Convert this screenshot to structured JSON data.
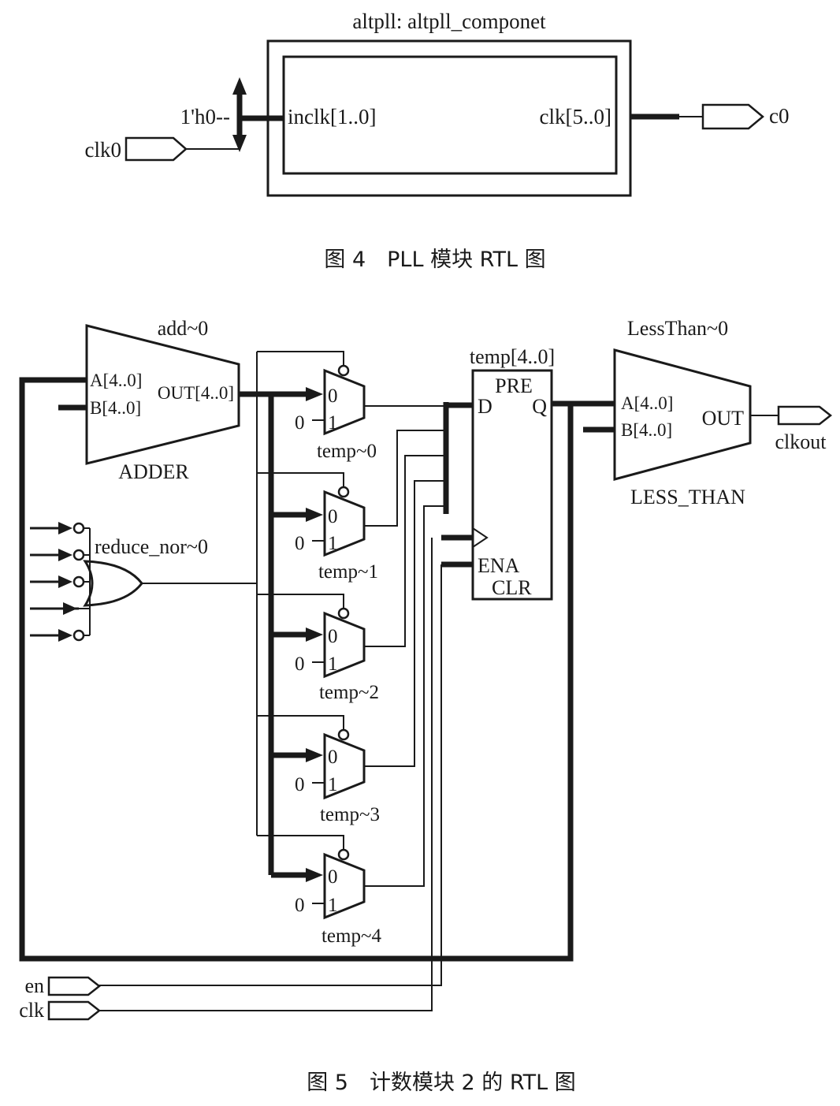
{
  "figure4": {
    "component_title": "altpll: altpll_componet",
    "const_label": "1'h0--",
    "input_pin": "clk0",
    "port_in": "inclk[1..0]",
    "port_out": "clk[5..0]",
    "output_pin": "c0",
    "caption": "图 4　PLL 模块 RTL 图"
  },
  "figure5": {
    "adder": {
      "name": "add~0",
      "port_a": "A[4..0]",
      "port_b": "B[4..0]",
      "port_out": "OUT[4..0]",
      "type": "ADDER"
    },
    "reduce_nor": "reduce_nor~0",
    "mux_in0": "0",
    "mux_in1": "1",
    "mux_const": "0",
    "muxes": [
      "temp~0",
      "temp~1",
      "temp~2",
      "temp~3",
      "temp~4"
    ],
    "register": {
      "name": "temp[4..0]",
      "pre": "PRE",
      "d": "D",
      "q": "Q",
      "ena": "ENA",
      "clr": "CLR"
    },
    "comparator": {
      "name": "LessThan~0",
      "port_a": "A[4..0]",
      "port_b": "B[4..0]",
      "port_out": "OUT",
      "type": "LESS_THAN"
    },
    "output_pin": "clkout",
    "inputs": {
      "en": "en",
      "clk": "clk"
    },
    "caption": "图 5　计数模块 2 的 RTL 图"
  }
}
